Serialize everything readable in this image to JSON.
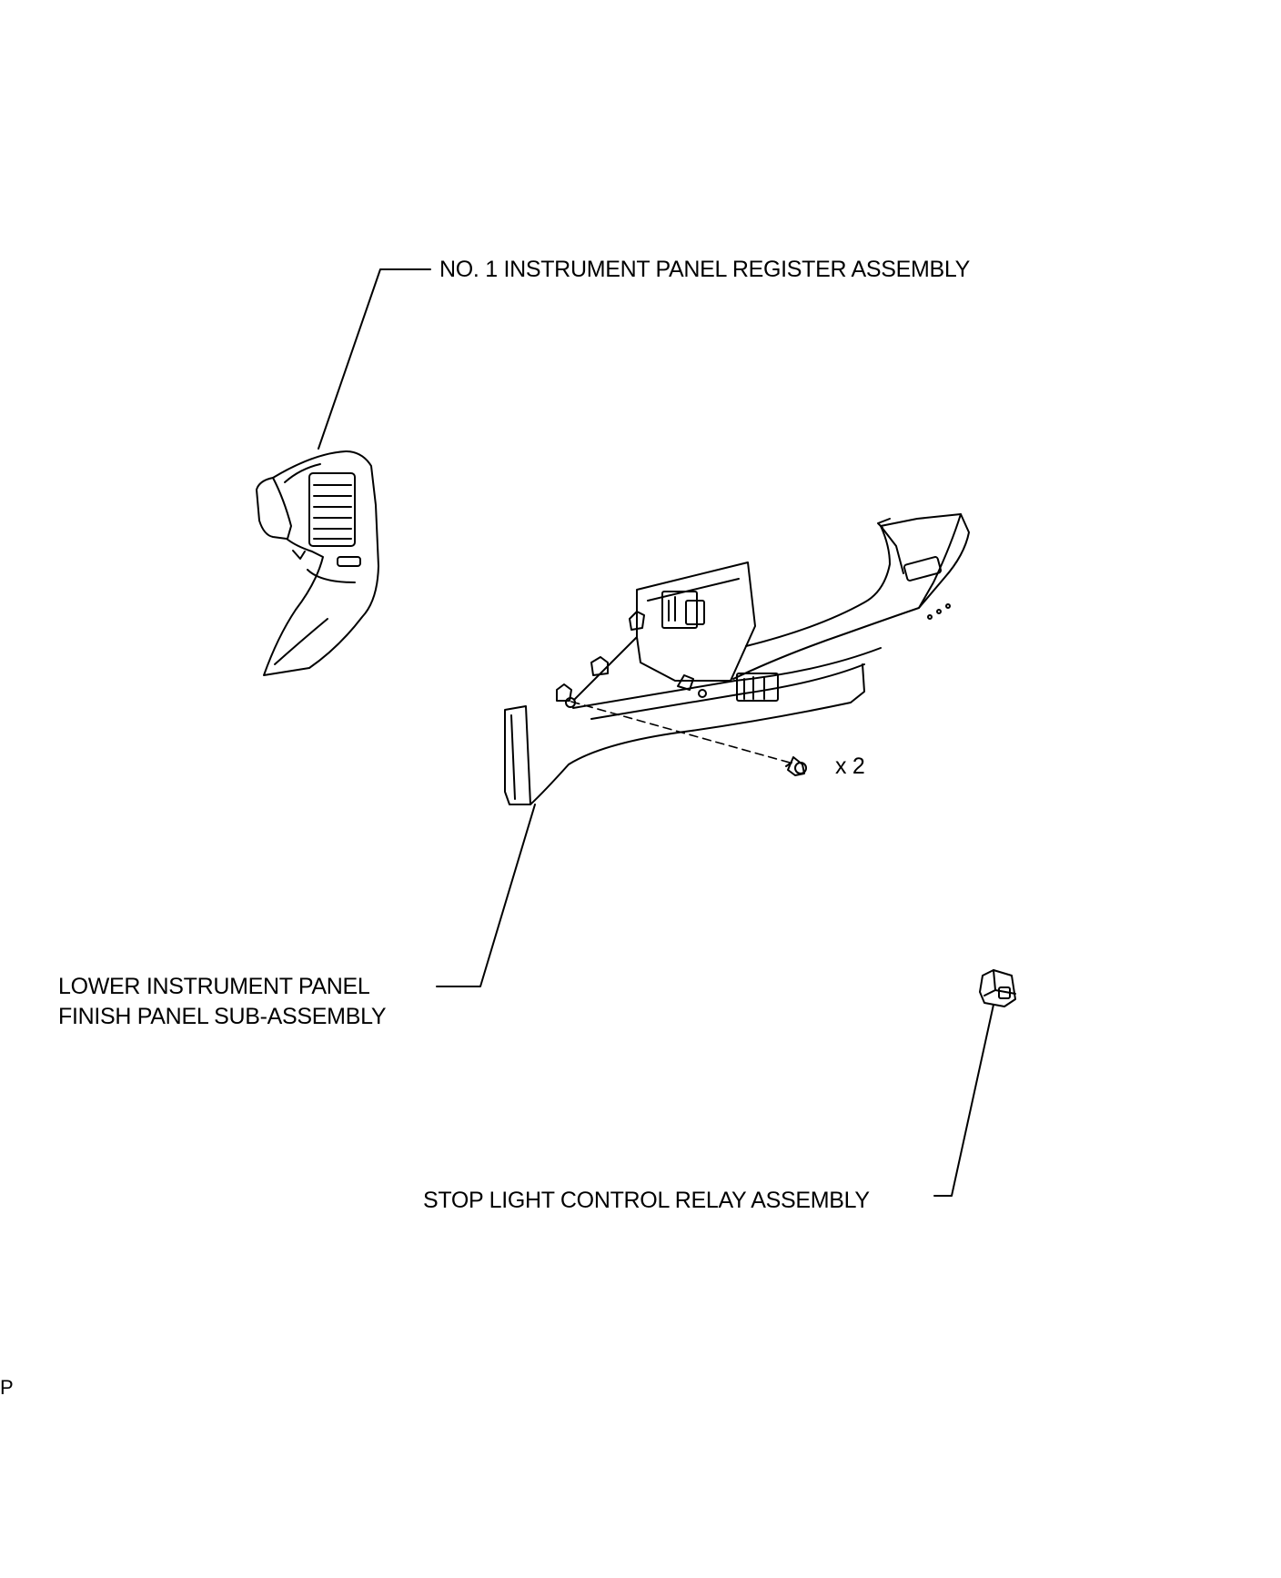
{
  "labels": {
    "register": "NO. 1 INSTRUMENT PANEL REGISTER ASSEMBLY",
    "finish_panel_line1": "LOWER INSTRUMENT PANEL",
    "finish_panel_line2": "FINISH PANEL SUB-ASSEMBLY",
    "screw_qty": "x 2",
    "relay": "STOP LIGHT CONTROL RELAY ASSEMBLY",
    "corner_mark": "P"
  },
  "colors": {
    "line": "#000000",
    "fill": "#ffffff",
    "shade": "#000000"
  }
}
